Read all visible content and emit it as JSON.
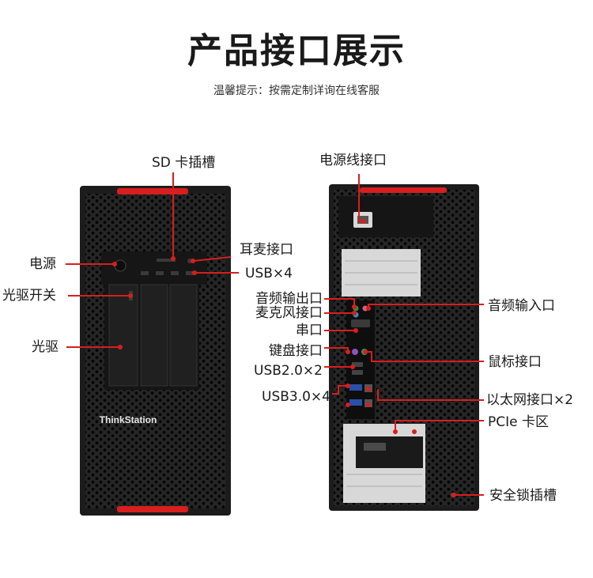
{
  "title": "产品接口展示",
  "subtitle": "温馨提示：按需定制详询在线客服",
  "brand": "ThinkStation",
  "colors": {
    "accent": "#d81e1e",
    "case": "#1a1a1a"
  },
  "front_labels": {
    "sd": "SD 卡插槽",
    "headset": "耳麦接口",
    "usb4": "USB×4",
    "power": "电源",
    "odd_switch": "光驱开关",
    "odd": "光驱"
  },
  "rear_labels": {
    "power_cord": "电源线接口",
    "audio_out": "音频输出口",
    "mic": "麦克风接口",
    "serial": "串口",
    "keyboard": "键盘接口",
    "usb2": "USB2.0×2",
    "usb3": "USB3.0×4",
    "audio_in": "音频输入口",
    "mouse": "鼠标接口",
    "ethernet": "以太网接口×2",
    "pcie": "PCIe 卡区",
    "lock": "安全锁插槽"
  }
}
